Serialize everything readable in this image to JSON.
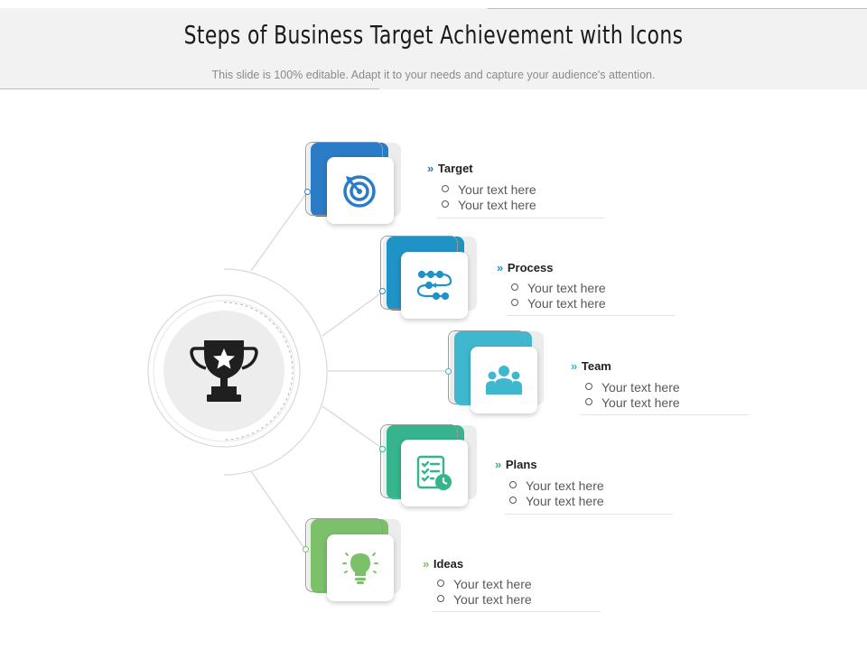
{
  "header": {
    "title": "Steps of Business Target Achievement with Icons",
    "subtitle": "This slide is 100% editable. Adapt it to your needs and capture your audience's attention."
  },
  "hub": {
    "icon": "trophy-icon"
  },
  "steps": [
    {
      "label": "Target",
      "icon": "target-icon",
      "color": "#2a7cc7",
      "bullets": [
        "Your text here",
        "Your text here"
      ]
    },
    {
      "label": "Process",
      "icon": "process-icon",
      "color": "#1f93c6",
      "bullets": [
        "Your text here",
        "Your text here"
      ]
    },
    {
      "label": "Team",
      "icon": "team-icon",
      "color": "#3fb8cf",
      "bullets": [
        "Your text here",
        "Your text here"
      ]
    },
    {
      "label": "Plans",
      "icon": "checklist-icon",
      "color": "#35b48e",
      "bullets": [
        "Your text here",
        "Your text here"
      ]
    },
    {
      "label": "Ideas",
      "icon": "lightbulb-icon",
      "color": "#7cc16a",
      "bullets": [
        "Your text here",
        "Your text here"
      ]
    }
  ]
}
